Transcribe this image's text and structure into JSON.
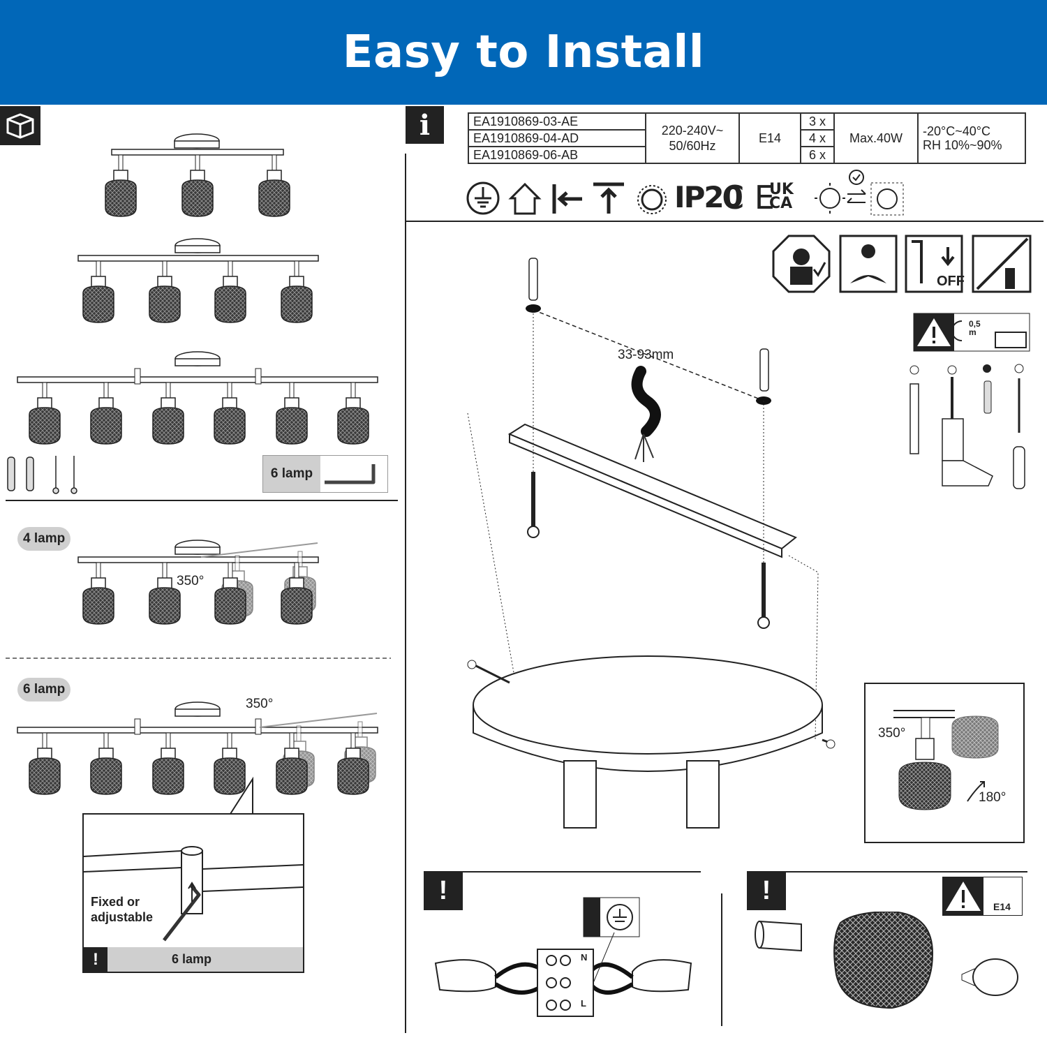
{
  "header": {
    "title": "Easy to Install"
  },
  "left": {
    "hardware_label": "6 lamp",
    "rotation_sections": [
      {
        "pill": "4 lamp",
        "angle": "350°"
      },
      {
        "pill": "6 lamp",
        "angle": "350°"
      }
    ],
    "detail": {
      "caption": "Fixed or\nadjustable",
      "footer": "6 lamp",
      "warn": "!"
    }
  },
  "specs": {
    "info_icon": "i",
    "models": [
      "EA1910869-03-AE",
      "EA1910869-04-AD",
      "EA1910869-06-AB"
    ],
    "voltage": "220-240V~\n50/60Hz",
    "socket": "E14",
    "counts": [
      "3 x",
      "4 x",
      "6 x"
    ],
    "power": "Max.40W",
    "environment": "-20°C~40°C\nRH 10%~90%"
  },
  "cert": {
    "ip": "IP20",
    "ce": "C E",
    "ukca_top": "UK",
    "ukca_bottom": "CA"
  },
  "install": {
    "distance": "33-93mm",
    "off_label": "OFF",
    "min_distance": "0,5\nm",
    "rotation": {
      "horizontal": "350°",
      "vertical": "180°"
    }
  },
  "bottom": {
    "left_warn": "!",
    "right_warn": "!",
    "right_socket": "E14",
    "terminal_labels": [
      "N",
      "L"
    ]
  }
}
